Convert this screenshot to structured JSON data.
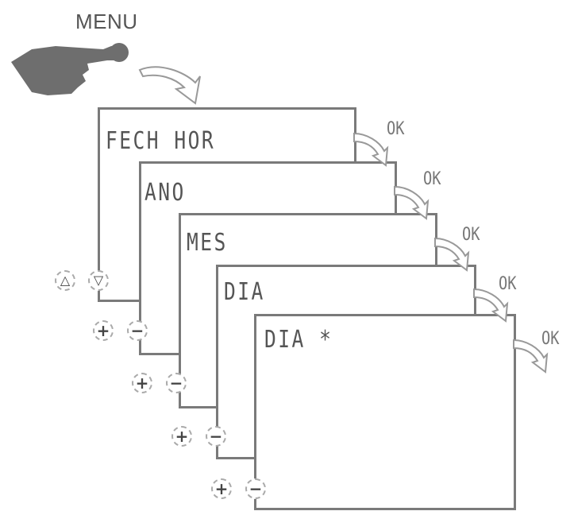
{
  "title": "MENU",
  "screens": [
    {
      "label": "FECH HOR",
      "ok": "OK",
      "buttons": [
        "up",
        "down"
      ]
    },
    {
      "label": "ANO",
      "ok": "OK",
      "buttons": [
        "+",
        "−"
      ]
    },
    {
      "label": "MES",
      "ok": "OK",
      "buttons": [
        "+",
        "−"
      ]
    },
    {
      "label": "DIA",
      "ok": "OK",
      "buttons": [
        "+",
        "−"
      ]
    },
    {
      "label": "DIA *",
      "ok": "OK",
      "buttons": [
        "+",
        "−"
      ]
    }
  ],
  "icons": {
    "hand": "pointing-hand-icon",
    "arrow": "curved-arrow-icon",
    "up": "△",
    "down": "▽",
    "plus": "+",
    "minus": "−"
  },
  "colors": {
    "line": "#7a7a7a",
    "text": "#555555",
    "hand": "#6e6e6e"
  }
}
